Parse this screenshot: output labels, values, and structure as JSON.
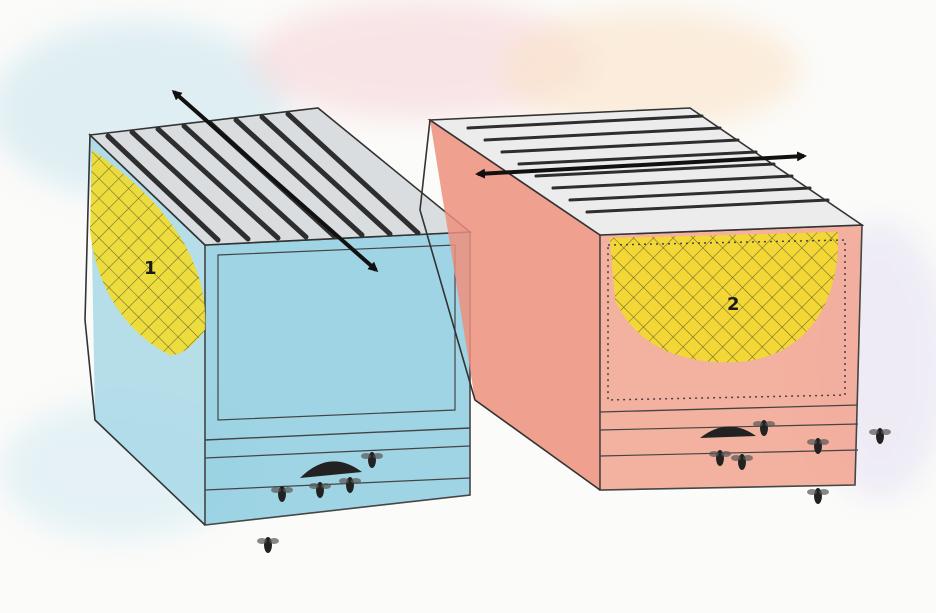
{
  "hives": [
    {
      "label": "1",
      "color": "#8fcde0",
      "comb_color": "#f2dc2a",
      "frame_orientation": "cold-way"
    },
    {
      "label": "2",
      "color": "#ec8f7c",
      "comb_color": "#f2dc2a",
      "frame_orientation": "warm-way"
    }
  ],
  "arrow_color": "#111111",
  "icons": [
    "double-arrow-icon",
    "bee-icon"
  ]
}
